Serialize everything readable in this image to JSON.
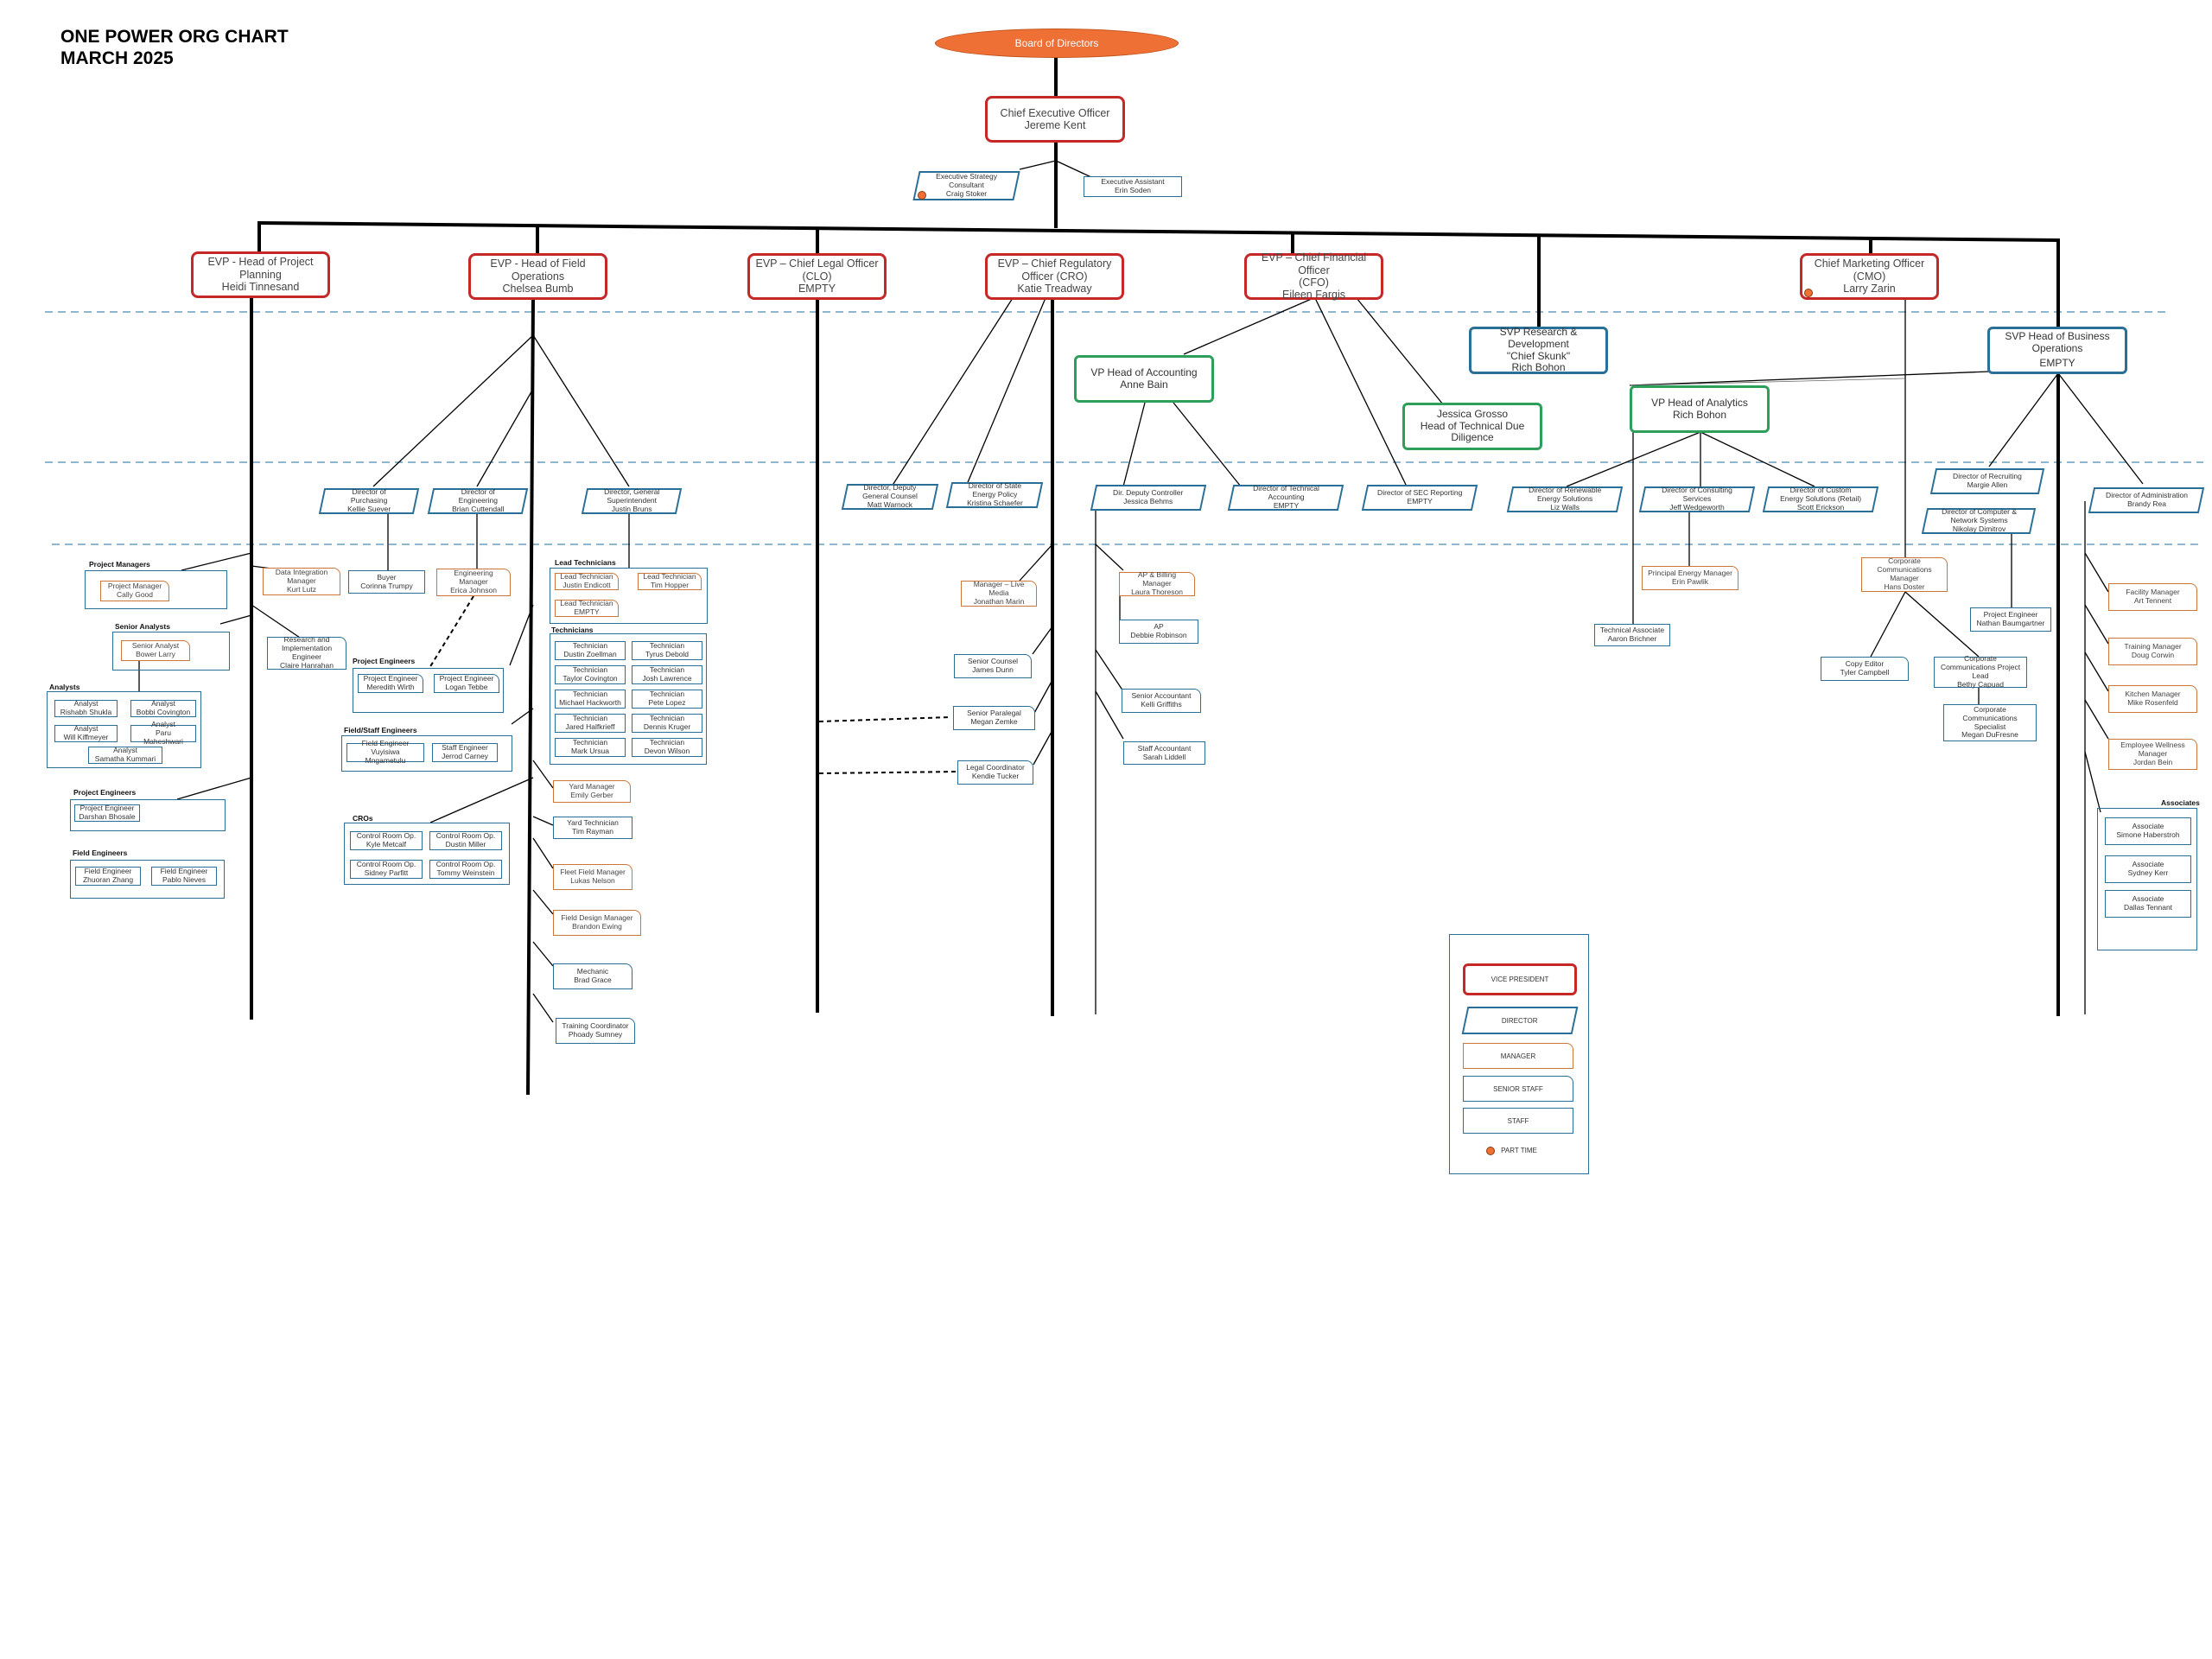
{
  "title": {
    "line1": "ONE POWER ORG CHART",
    "line2": "MARCH 2025"
  },
  "board": "Board of Directors",
  "ceo": {
    "title": "Chief Executive Officer",
    "name": "Jereme Kent"
  },
  "exec_strategy": {
    "l1": "Executive Strategy",
    "l2": "Consultant",
    "l3": "Craig Stoker"
  },
  "exec_assistant": {
    "l1": "Executive Assistant",
    "l2": "Erin Soden"
  },
  "evps": [
    {
      "l1": "EVP - Head of Project",
      "l2": "Planning",
      "l3": "Heidi Tinnesand"
    },
    {
      "l1": "EVP - Head of Field",
      "l2": "Operations",
      "l3": "Chelsea Bumb"
    },
    {
      "l1": "EVP – Chief Legal Officer",
      "l2": "(CLO)",
      "l3": "EMPTY"
    },
    {
      "l1": "EVP – Chief Regulatory",
      "l2": "Officer (CRO)",
      "l3": "Katie Treadway"
    },
    {
      "l1": "EVP – Chief Financial Officer",
      "l2": "(CFO)",
      "l3": "Eileen Fargis"
    },
    {
      "l1": "Chief Marketing Officer",
      "l2": "(CMO)",
      "l3": "Larry Zarin"
    }
  ],
  "svp_rd": {
    "l1": "SVP Research &",
    "l2": "Development",
    "l3": "\"Chief Skunk\"",
    "l4": "Rich Bohon"
  },
  "svp_bo": {
    "l1": "SVP Head of Business",
    "l2": "Operations",
    "l3": "",
    "l4": "EMPTY"
  },
  "vp_accounting": {
    "l1": "VP Head of Accounting",
    "l2": "Anne Bain"
  },
  "vp_analytics": {
    "l1": "VP Head of Analytics",
    "l2": "Rich Bohon"
  },
  "tdd": {
    "l1": "Jessica Grosso",
    "l2": "Head of Technical Due",
    "l3": "Diligence"
  },
  "directors": {
    "purchasing": {
      "l1": "Director of",
      "l2": "Purchasing",
      "l3": "Kellie Suever"
    },
    "engineering": {
      "l1": "Director of",
      "l2": "Engineering",
      "l3": "Brian Cuttendall"
    },
    "gen_super": {
      "l1": "Director, General",
      "l2": "Superintendent",
      "l3": "Justin Bruns"
    },
    "deputy_gc": {
      "l1": "Director, Deputy",
      "l2": "General Counsel",
      "l3": "Matt Warnock"
    },
    "state_policy": {
      "l1": "Director of State",
      "l2": "Energy Policy",
      "l3": "Kristina Schaefer"
    },
    "deputy_ctrl": {
      "l1": "Dir. Deputy Controller",
      "l2": "Jessica Behms"
    },
    "tech_acct": {
      "l1": "Director of Technical",
      "l2": "Accounting",
      "l3": "EMPTY"
    },
    "sec": {
      "l1": "Director of SEC Reporting",
      "l2": "EMPTY"
    },
    "renewable": {
      "l1": "Director of Renewable",
      "l2": "Energy Solutions",
      "l3": "Liz Walls"
    },
    "consulting": {
      "l1": "Director of Consulting",
      "l2": "Services",
      "l3": "Jeff Wedgeworth"
    },
    "custom": {
      "l1": "Director of Custom",
      "l2": "Energy Solutions (Retail)",
      "l3": "Scott Erickson"
    },
    "recruiting": {
      "l1": "Director of Recruiting",
      "l2": "Margie Allen"
    },
    "computer": {
      "l1": "Director of Computer &",
      "l2": "Network Systems",
      "l3": "Nikolay Dimitrov"
    },
    "admin": {
      "l1": "Director of Administration",
      "l2": "Brandy Rea"
    }
  },
  "group_labels": {
    "pm": "Project Managers",
    "sa": "Senior Analysts",
    "an": "Analysts",
    "pe_left": "Project Engineers",
    "fe_left": "Field Engineers",
    "pe_mid": "Project Engineers",
    "fse": "Field/Staff Engineers",
    "cros": "CROs",
    "lead_tech": "Lead Technicians",
    "techs": "Technicians",
    "associates": "Associates"
  },
  "ph": {
    "project_manager": {
      "l1": "Project Manager",
      "l2": "Cally Good"
    },
    "data_integration": {
      "l1": "Data Integration",
      "l2": "Manager",
      "l3": "Kurt Lutz"
    },
    "senior_analyst": {
      "l1": "Senior Analyst",
      "l2": "Bower Larry"
    },
    "research_impl": {
      "l1": "Research and",
      "l2": "Implementation",
      "l3": "Engineer",
      "l4": "Claire Hanrahan"
    },
    "analysts": [
      {
        "l1": "Analyst",
        "l2": "Rishabh Shukla"
      },
      {
        "l1": "Analyst",
        "l2": "Bobbi Covington"
      },
      {
        "l1": "Analyst",
        "l2": "Will Kiffmeyer"
      },
      {
        "l1": "Analyst",
        "l2": "Paru Maheshwari"
      },
      {
        "l1": "Analyst",
        "l2": "Samatha Kummari"
      }
    ],
    "pe_left": {
      "l1": "Project Engineer",
      "l2": "Darshan Bhosale"
    },
    "fe_left": [
      {
        "l1": "Field Engineer",
        "l2": "Zhuoran Zhang"
      },
      {
        "l1": "Field Engineer",
        "l2": "Pablo Nieves"
      }
    ]
  },
  "fo": {
    "buyer": {
      "l1": "Buyer",
      "l2": "Corinna Trumpy"
    },
    "eng_mgr": {
      "l1": "Engineering",
      "l2": "Manager",
      "l3": "Erica Johnson"
    },
    "pe": [
      {
        "l1": "Project Engineer",
        "l2": "Meredith Wirth"
      },
      {
        "l1": "Project Engineer",
        "l2": "Logan Tebbe"
      }
    ],
    "fse": [
      {
        "l1": "Field Engineer",
        "l2": "Vuyisiwa Mngametulu"
      },
      {
        "l1": "Staff Engineer",
        "l2": "Jerrod Carney"
      }
    ],
    "cros": [
      {
        "l1": "Control Room Op.",
        "l2": "Kyle Metcalf"
      },
      {
        "l1": "Control Room Op.",
        "l2": "Dustin Miller"
      },
      {
        "l1": "Control Room Op.",
        "l2": "Sidney Parfitt"
      },
      {
        "l1": "Control Room Op.",
        "l2": "Tommy Weinstein"
      }
    ],
    "lead": [
      {
        "l1": "Lead Technician",
        "l2": "Justin Endicott"
      },
      {
        "l1": "Lead Technician",
        "l2": "Tim Hopper"
      },
      {
        "l1": "Lead Technician",
        "l2": "EMPTY"
      }
    ],
    "techs": [
      {
        "l1": "Technician",
        "l2": "Dustin Zoellman"
      },
      {
        "l1": "Technician",
        "l2": "Tyrus Debold"
      },
      {
        "l1": "Technician",
        "l2": "Taylor Covington"
      },
      {
        "l1": "Technician",
        "l2": "Josh Lawrence"
      },
      {
        "l1": "Technician",
        "l2": "Michael Hackworth"
      },
      {
        "l1": "Technician",
        "l2": "Pete Lopez"
      },
      {
        "l1": "Technician",
        "l2": "Jared Halfkrieff"
      },
      {
        "l1": "Technician",
        "l2": "Dennis Kruger"
      },
      {
        "l1": "Technician",
        "l2": "Mark Ursua"
      },
      {
        "l1": "Technician",
        "l2": "Devon Wilson"
      }
    ],
    "yard_mgr": {
      "l1": "Yard Manager",
      "l2": "Emily Gerber"
    },
    "yard_tech": {
      "l1": "Yard Technician",
      "l2": "Tim Rayman"
    },
    "fleet": {
      "l1": "Fleet Field Manager",
      "l2": "Lukas Nelson"
    },
    "fdm": {
      "l1": "Field Design Manager",
      "l2": "Brandon Ewing"
    },
    "mechanic": {
      "l1": "Mechanic",
      "l2": "Brad Grace"
    },
    "training": {
      "l1": "Training Coordinator",
      "l2": "Phoady Sumney"
    }
  },
  "lg": {
    "mgr_live": {
      "l1": "Manager – Live",
      "l2": "Media",
      "l3": "Jonathan Marin"
    },
    "senior_counsel": {
      "l1": "Senior Counsel",
      "l2": "James Dunn"
    },
    "paralegal": {
      "l1": "Senior Paralegal",
      "l2": "Megan Zemke"
    },
    "legal_coord": {
      "l1": "Legal Coordinator",
      "l2": "Kendie Tucker"
    }
  },
  "fin": {
    "ap_mgr": {
      "l1": "AP & Billing Manager",
      "l2": "Laura Thoreson"
    },
    "ap": {
      "l1": "AP",
      "l2": "Debbie Robinson"
    },
    "senior_acct": {
      "l1": "Senior Accountant",
      "l2": "Kelli Griffiths"
    },
    "staff_acct": {
      "l1": "Staff Accountant",
      "l2": "Sarah Liddell"
    }
  },
  "an2": {
    "tech_assoc": {
      "l1": "Technical Associate",
      "l2": "Aaron Brichner"
    },
    "principal": {
      "l1": "Principal Energy Manager",
      "l2": "Erin Pawlik"
    }
  },
  "mkt": {
    "corp_comm_mgr": {
      "l1": "Corporate",
      "l2": "Communications",
      "l3": "Manager",
      "l4": "Hans Doster"
    },
    "copy_editor": {
      "l1": "Copy Editor",
      "l2": "Tyler Campbell"
    },
    "comm_lead": {
      "l1": "Corporate",
      "l2": "Communications Project",
      "l3": "Lead",
      "l4": "Bethy Capuad"
    },
    "comm_spec": {
      "l1": "Corporate",
      "l2": "Communications",
      "l3": "Specialist",
      "l4": "Megan DuFresne"
    }
  },
  "bo": {
    "proj_eng": {
      "l1": "Project Engineer",
      "l2": "Nathan Baumgartner"
    },
    "facility": {
      "l1": "Facility Manager",
      "l2": "Art Tennent"
    },
    "training_mgr": {
      "l1": "Training Manager",
      "l2": "Doug Corwin"
    },
    "kitchen": {
      "l1": "Kitchen Manager",
      "l2": "Mike Rosenfeld"
    },
    "wellness": {
      "l1": "Employee Wellness",
      "l2": "Manager",
      "l3": "Jordan Bein"
    },
    "associates": [
      {
        "l1": "Associate",
        "l2": "Simone Haberstroh"
      },
      {
        "l1": "Associate",
        "l2": "Sydney Kerr"
      },
      {
        "l1": "Associate",
        "l2": "Dallas Tennant"
      }
    ]
  },
  "legend": {
    "vp": "VICE PRESIDENT",
    "dir": "DIRECTOR",
    "mgr": "MANAGER",
    "sen": "SENIOR STAFF",
    "stf": "STAFF",
    "pt": "PART TIME"
  },
  "colors": {
    "vp_border": "#c62828",
    "director_border": "#2a6f97",
    "manager_border": "#c9773a",
    "green_border": "#2e9e5b",
    "board_fill": "#ee7035",
    "connector": "#000000",
    "dashed": "#4a8ab0"
  }
}
